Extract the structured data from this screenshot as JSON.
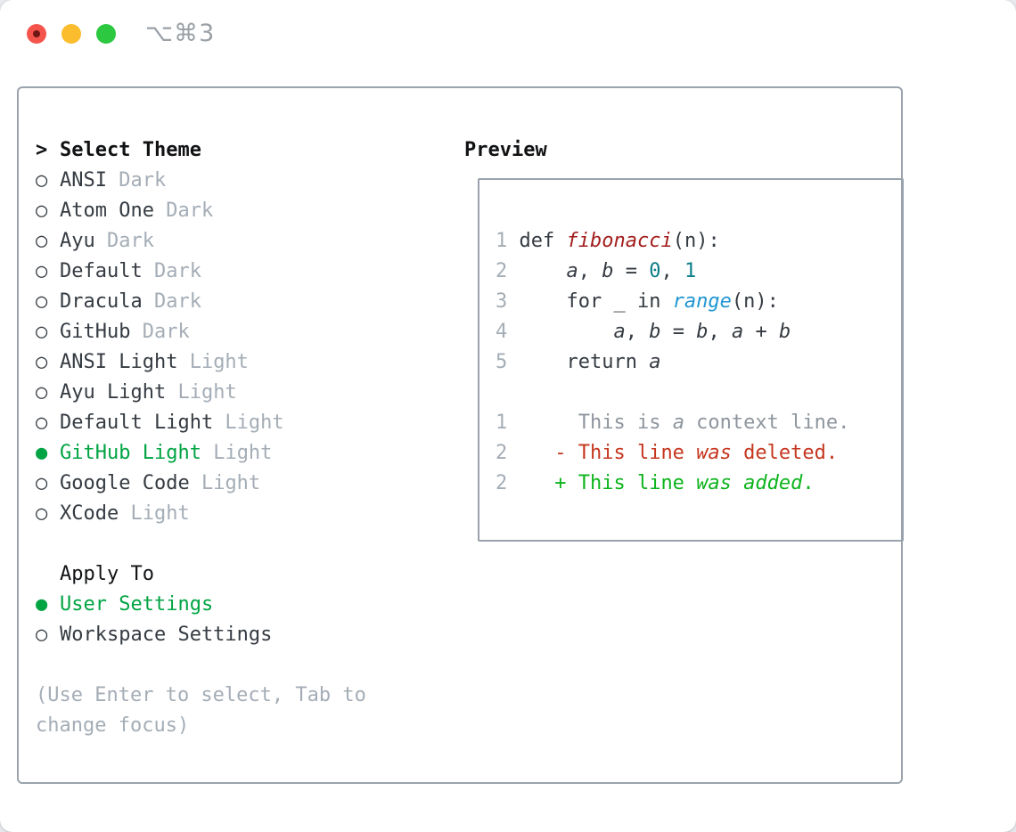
{
  "window": {
    "title": "⌥⌘3",
    "traffic_lights": [
      {
        "name": "close",
        "color": "#f4544c"
      },
      {
        "name": "minimize",
        "color": "#fbbd2e"
      },
      {
        "name": "zoom",
        "color": "#2bc840"
      }
    ]
  },
  "theme_picker": {
    "header_prefix": ">",
    "header": "Select Theme",
    "radio_unselected_icon": "○",
    "radio_selected_icon": "●",
    "items": [
      {
        "name": "ANSI",
        "variant": "Dark",
        "selected": false
      },
      {
        "name": "Atom One",
        "variant": "Dark",
        "selected": false
      },
      {
        "name": "Ayu",
        "variant": "Dark",
        "selected": false
      },
      {
        "name": "Default",
        "variant": "Dark",
        "selected": false
      },
      {
        "name": "Dracula",
        "variant": "Dark",
        "selected": false
      },
      {
        "name": "GitHub",
        "variant": "Dark",
        "selected": false
      },
      {
        "name": "ANSI Light",
        "variant": "Light",
        "selected": false
      },
      {
        "name": "Ayu Light",
        "variant": "Light",
        "selected": false
      },
      {
        "name": "Default Light",
        "variant": "Light",
        "selected": false
      },
      {
        "name": "GitHub Light",
        "variant": "Light",
        "selected": true
      },
      {
        "name": "Google Code",
        "variant": "Light",
        "selected": false
      },
      {
        "name": "XCode",
        "variant": "Light",
        "selected": false
      }
    ],
    "apply_to_header": "Apply To",
    "apply_to_options": [
      {
        "label": "User Settings",
        "selected": true
      },
      {
        "label": "Workspace Settings",
        "selected": false
      }
    ],
    "hint": "(Use Enter to select, Tab to change focus)"
  },
  "preview": {
    "header": "Preview",
    "lines": [
      {
        "type": "code",
        "segments": [
          [
            "ln",
            "1 "
          ],
          [
            "d",
            "def "
          ],
          [
            "fn",
            "fibonacci"
          ],
          [
            "d",
            "(n):"
          ]
        ]
      },
      {
        "type": "code",
        "segments": [
          [
            "ln",
            "2 "
          ],
          [
            "d",
            "    "
          ],
          [
            "id",
            "a"
          ],
          [
            "d",
            ", "
          ],
          [
            "id",
            "b"
          ],
          [
            "d",
            " = "
          ],
          [
            "num",
            "0"
          ],
          [
            "d",
            ", "
          ],
          [
            "num",
            "1"
          ]
        ]
      },
      {
        "type": "code",
        "segments": [
          [
            "ln",
            "3 "
          ],
          [
            "d",
            "    for _ in "
          ],
          [
            "call",
            "range"
          ],
          [
            "d",
            "(n):"
          ]
        ]
      },
      {
        "type": "code",
        "segments": [
          [
            "ln",
            "4 "
          ],
          [
            "d",
            "        "
          ],
          [
            "id",
            "a"
          ],
          [
            "d",
            ", "
          ],
          [
            "id",
            "b"
          ],
          [
            "d",
            " = "
          ],
          [
            "id",
            "b"
          ],
          [
            "d",
            ", "
          ],
          [
            "id",
            "a"
          ],
          [
            "d",
            " + "
          ],
          [
            "id",
            "b"
          ]
        ]
      },
      {
        "type": "code",
        "segments": [
          [
            "ln",
            "5 "
          ],
          [
            "d",
            "    return "
          ],
          [
            "id",
            "a"
          ]
        ]
      },
      {
        "type": "blank",
        "segments": []
      },
      {
        "type": "diff-context",
        "segments": [
          [
            "ln",
            "1 "
          ],
          [
            "ctx",
            "     This is "
          ],
          [
            "ctx-i",
            "a"
          ],
          [
            "ctx",
            " context line."
          ]
        ]
      },
      {
        "type": "diff-deleted",
        "segments": [
          [
            "ln",
            "2 "
          ],
          [
            "del",
            "   - This line "
          ],
          [
            "del-i",
            "was"
          ],
          [
            "del",
            " deleted."
          ]
        ]
      },
      {
        "type": "diff-added",
        "segments": [
          [
            "ln",
            "2 "
          ],
          [
            "add",
            "   + This line "
          ],
          [
            "add-i",
            "was added"
          ],
          [
            "add",
            "."
          ]
        ]
      }
    ]
  },
  "colors": {
    "accent_green": "#00a443",
    "added_green": "#0db41c",
    "deleted_red": "#c5361f",
    "function_red": "#a31d1d",
    "number_teal": "#0b7e86",
    "call_blue": "#2196d3",
    "code_dark": "#353b42",
    "muted_gray": "#a4adb6",
    "line_num_gray": "#a4adb6",
    "context_gray": "#8e959d",
    "border_gray": "#9aa3ad",
    "title_gray": "#9aa0a6"
  }
}
